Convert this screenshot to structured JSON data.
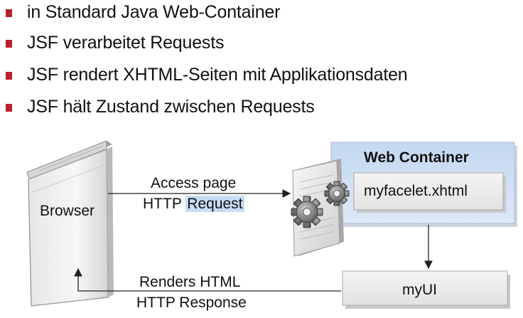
{
  "bullets": [
    "in Standard Java Web-Container",
    "JSF verarbeitet Requests",
    "JSF rendert XHTML-Seiten mit Applikationsdaten",
    "JSF hält Zustand zwischen Requests"
  ],
  "diagram": {
    "browser_label": "Browser",
    "request_line1": "Access page",
    "request_line2_prefix": "HTTP",
    "request_line2_highlight": "Request",
    "container_title": "Web Container",
    "facelet_label": "myfacelet.xhtml",
    "ui_label": "myUI",
    "response_line1": "Renders HTML",
    "response_line2": "HTTP Response"
  },
  "colors": {
    "bullet": "#b8202a",
    "container_fill": "#cfe0f3",
    "highlight": "#c7dcf5"
  }
}
